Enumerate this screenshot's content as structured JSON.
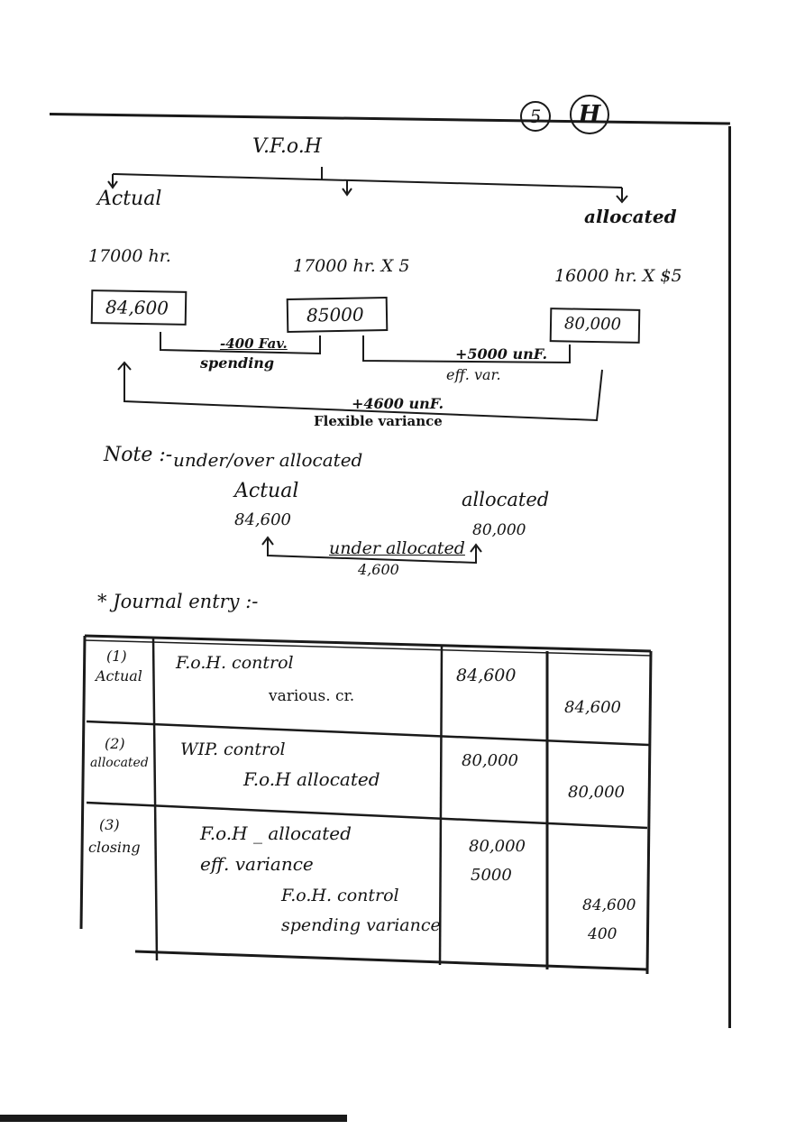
{
  "header": {
    "page_no_a": "5",
    "page_no_b": "H"
  },
  "diagram": {
    "title": "V.F.o.H",
    "labels": {
      "actual": "Actual",
      "allocated": "allocated"
    },
    "hours": {
      "actual": "17000 hr.",
      "middle": "17000 hr. X 5",
      "allocated": "16000 hr. X $5"
    },
    "boxes": {
      "actual": "84,600",
      "middle": "85000",
      "allocated": "80,000"
    },
    "variances": {
      "spending_value": "-400 Fav.",
      "spending_label": "spending",
      "efficiency_value": "+5000 unF.",
      "efficiency_label": "eff. var.",
      "flexible_value": "+4600 unF.",
      "flexible_label": "Flexible variance"
    }
  },
  "note": {
    "heading": "Note :-",
    "title": "under/over allocated",
    "actual_label": "Actual",
    "actual_value": "84,600",
    "allocated_label": "allocated",
    "allocated_value": "80,000",
    "under_label": "under allocated",
    "under_value": "4,600"
  },
  "journal": {
    "heading": "* Journal entry :-",
    "entries": [
      {
        "no": "(1)",
        "tag": "Actual",
        "debit_account": "F.o.H. control",
        "credit_account": "various. cr.",
        "debit": "84,600",
        "credit": "84,600"
      },
      {
        "no": "(2)",
        "tag": "allocated",
        "debit_account": "WIP. control",
        "credit_account": "F.o.H allocated",
        "debit": "80,000",
        "credit": "80,000"
      },
      {
        "no": "(3)",
        "tag": "closing",
        "debit_account_1": "F.o.H _ allocated",
        "debit_account_2": "eff. variance",
        "credit_account_1": "F.o.H. control",
        "credit_account_2": "spending variance",
        "debit_1": "80,000",
        "debit_2": "5000",
        "credit_1": "84,600",
        "credit_2": "400"
      }
    ]
  }
}
